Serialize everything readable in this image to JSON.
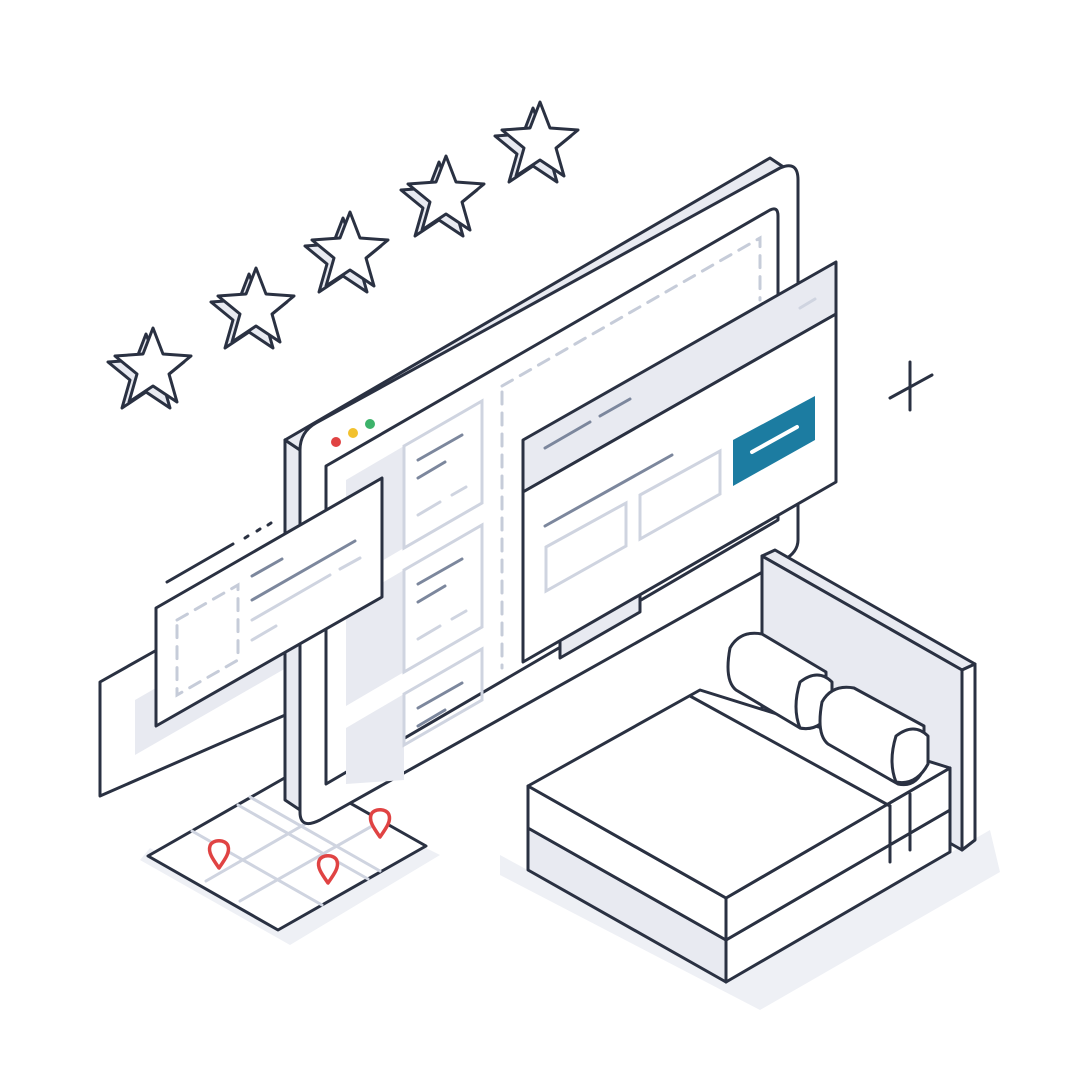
{
  "scene": {
    "subject": "hotel-booking-illustration",
    "rating": {
      "stars": 5,
      "max": 5
    },
    "browser_dots": [
      "#e04343",
      "#f2c12e",
      "#3db36b"
    ],
    "cta_color": "#1c7ca1",
    "pin_color": "#e04343",
    "pins": 3,
    "line_color": "#2a3142",
    "shade_color": "#e8eaf1"
  }
}
